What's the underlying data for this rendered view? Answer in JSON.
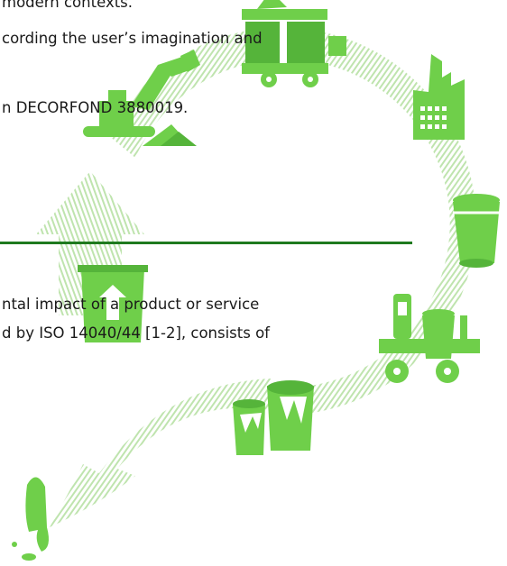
{
  "text": {
    "line0": "modern contexts.",
    "line1": "cording the user’s imagination and",
    "line2": "n DECORFOND 3880019.",
    "line3": "ntal impact of a product or service",
    "line4": "d by ISO 14040/44 [1-2], consists of"
  },
  "colors": {
    "icon_green": "#6fcf4a",
    "stripe_green": "#b8e0a6",
    "rule_green": "#1f7a1f",
    "text": "#1a1a1a"
  },
  "icons": [
    "excavator-icon",
    "mine-pile-icon",
    "truck-load-icon",
    "factory-icon",
    "bucket-icon",
    "forklift-bucket-icon",
    "paint-cans-icon",
    "recycle-bin-icon",
    "paint-splash-icon",
    "cycle-arrow-icon"
  ]
}
